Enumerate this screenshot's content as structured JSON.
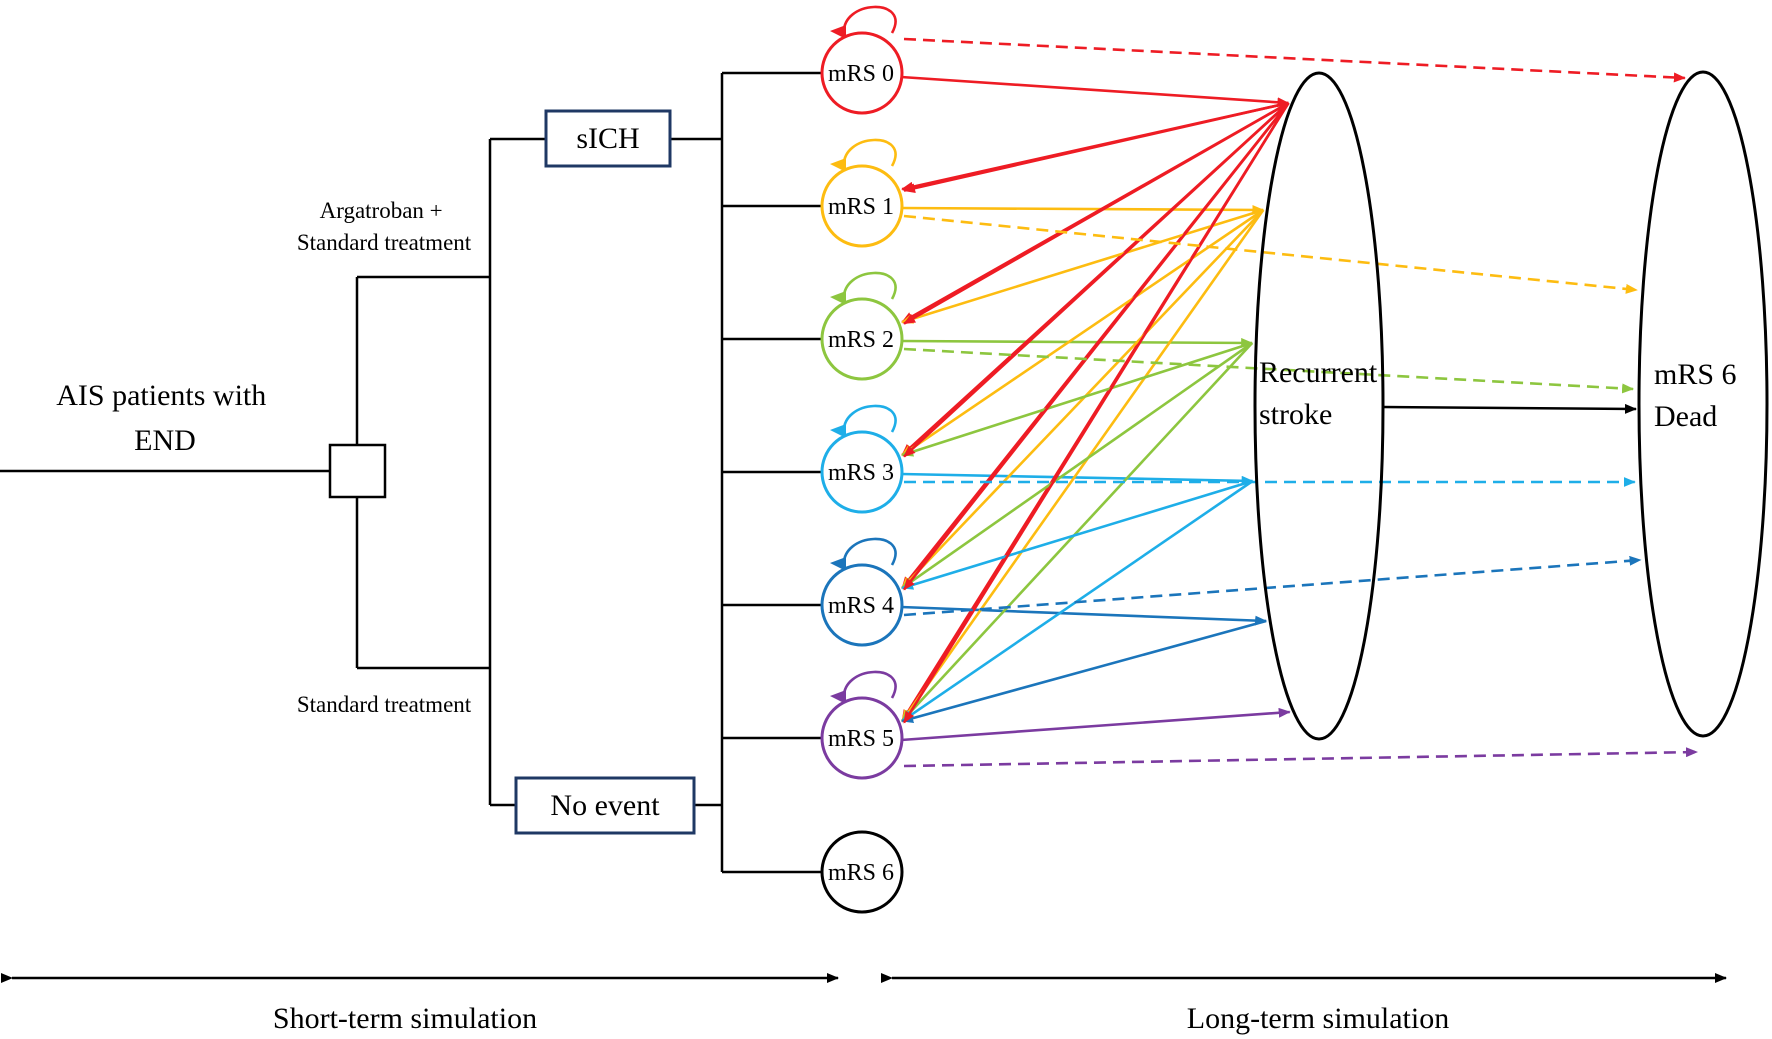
{
  "root": {
    "label_lines": [
      "AIS patients  with",
      "END"
    ]
  },
  "arms": {
    "treatment_lines": [
      "Argatroban +",
      "Standard treatment"
    ],
    "control": "Standard treatment"
  },
  "events": {
    "sich": "sICH",
    "no_event": "No event"
  },
  "states": [
    "mRS 0",
    "mRS 1",
    "mRS 2",
    "mRS 3",
    "mRS 4",
    "mRS 5",
    "mRS 6"
  ],
  "state_colors": [
    "#ee1c24",
    "#fdbc11",
    "#8dc63f",
    "#1eaee8",
    "#1b75bb",
    "#7b3ba0",
    "#000000"
  ],
  "recurrent_lines": [
    "Recurrent",
    "stroke"
  ],
  "dead_lines": [
    "mRS 6",
    "Dead"
  ],
  "timeline": {
    "short": "Short-term simulation",
    "long": "Long-term simulation"
  }
}
